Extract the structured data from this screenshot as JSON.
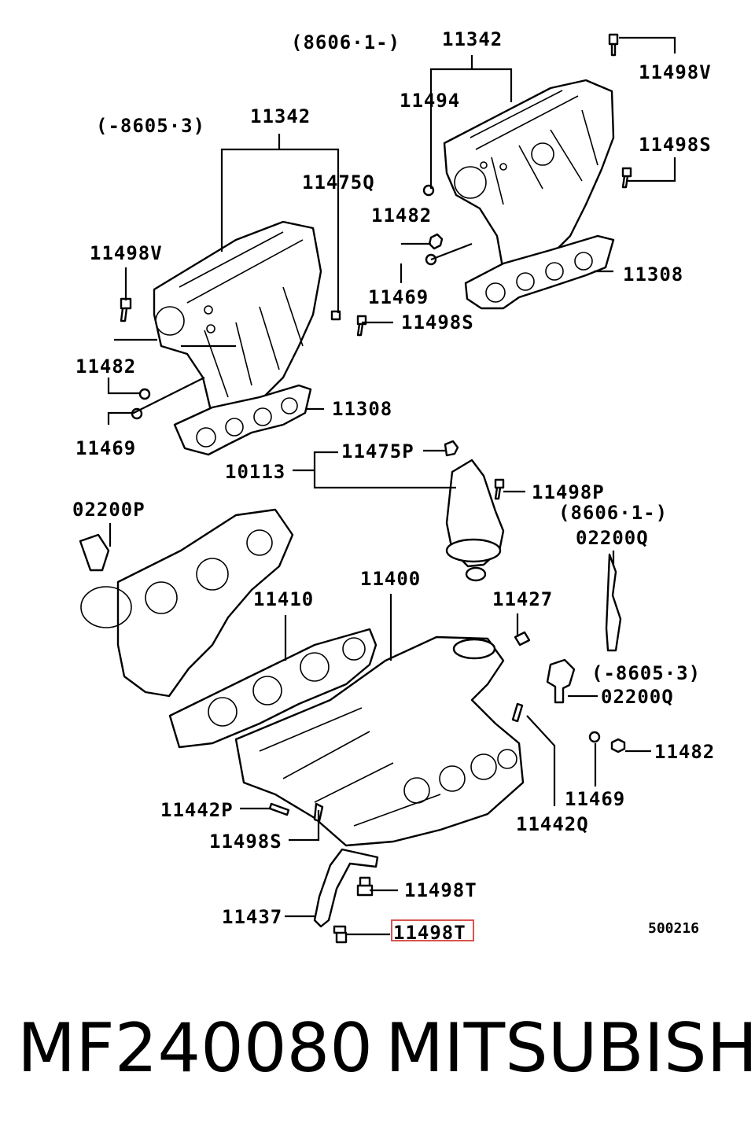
{
  "diagram": {
    "labels": {
      "l_8606_1_top": "(8606·1-)",
      "l_11342_top": "11342",
      "l_11498v_top": "11498V",
      "l_11494": "11494",
      "l_8605_3_top": "(-8605·3)",
      "l_11342_left": "11342",
      "l_11498s_top": "11498S",
      "l_11475q": "11475Q",
      "l_11482_mid": "11482",
      "l_11498v_left": "11498V",
      "l_11308_top": "11308",
      "l_11469_mid": "11469",
      "l_11498s_mid": "11498S",
      "l_11482_left": "11482",
      "l_11308_left": "11308",
      "l_11469_left": "11469",
      "l_11475p": "11475P",
      "l_10113": "10113",
      "l_11498p": "11498P",
      "l_02200p": "02200P",
      "l_8606_1_mid": "(8606·1-)",
      "l_02200q_top": "02200Q",
      "l_11400": "11400",
      "l_11410": "11410",
      "l_11427": "11427",
      "l_8605_3_mid": "(-8605·3)",
      "l_02200q_mid": "02200Q",
      "l_11482_right": "11482",
      "l_11469_right": "11469",
      "l_11442p": "11442P",
      "l_11442q": "11442Q",
      "l_11498s_bottom": "11498S",
      "l_11498t_top": "11498T",
      "l_11437": "11437",
      "l_11498t_highlight": "11498T",
      "l_500216": "500216"
    }
  },
  "footer": {
    "part_number": "MF240080",
    "brand": "MITSUBISHI"
  },
  "colors": {
    "highlight": "#d9534f"
  }
}
